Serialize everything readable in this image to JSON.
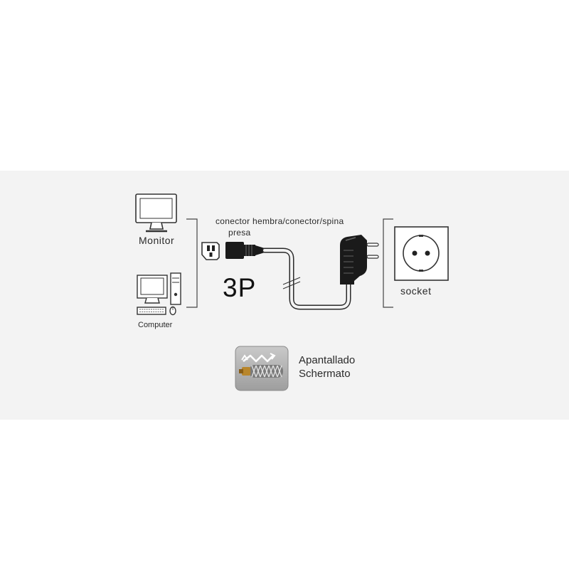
{
  "diagram": {
    "devices": {
      "monitor_label": "Monitor",
      "computer_label": "Computer"
    },
    "connector": {
      "label_line_1": "conector hembra/conector/spina",
      "label_line_2": "presa",
      "type_label": "3P"
    },
    "outlet": {
      "label": "socket"
    },
    "shielding": {
      "line_1": "Apantallado",
      "line_2": "Schermato"
    }
  },
  "colors": {
    "panel_background": "#f3f3f3",
    "line": "#333333",
    "badge_background": "#b4b4b4"
  }
}
